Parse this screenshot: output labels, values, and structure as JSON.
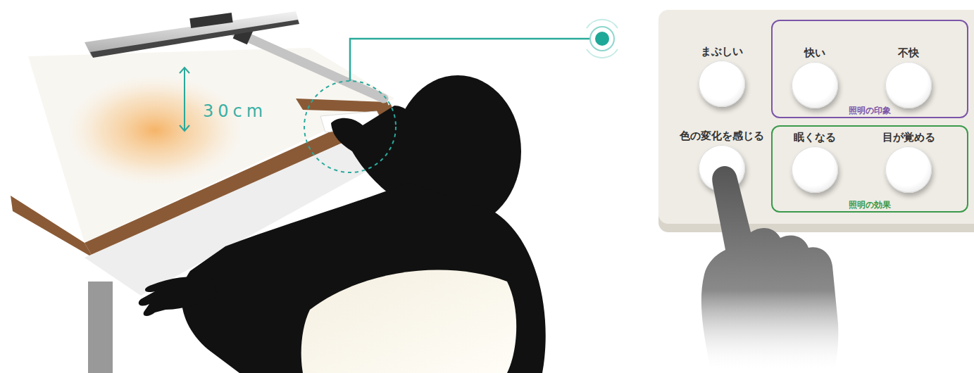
{
  "diagram": {
    "nodes": [
      {
        "text": [
          "まぶしい"
        ]
      },
      {
        "text": [
          "照明の印象"
        ]
      },
      {
        "text": [
          "快い"
        ],
        "in": 1
      },
      {
        "text": [
          "不快"
        ],
        "in": 1
      },
      {
        "text": [
          "色の変化を感じる"
        ]
      },
      {
        "text": [
          "照明の効果"
        ]
      },
      {
        "text": [
          "眠くなる"
        ],
        "in": 5
      },
      {
        "text": [
          "目が覚める"
        ],
        "in": 5
      }
    ],
    "labels": [
      "30cm"
    ]
  }
}
